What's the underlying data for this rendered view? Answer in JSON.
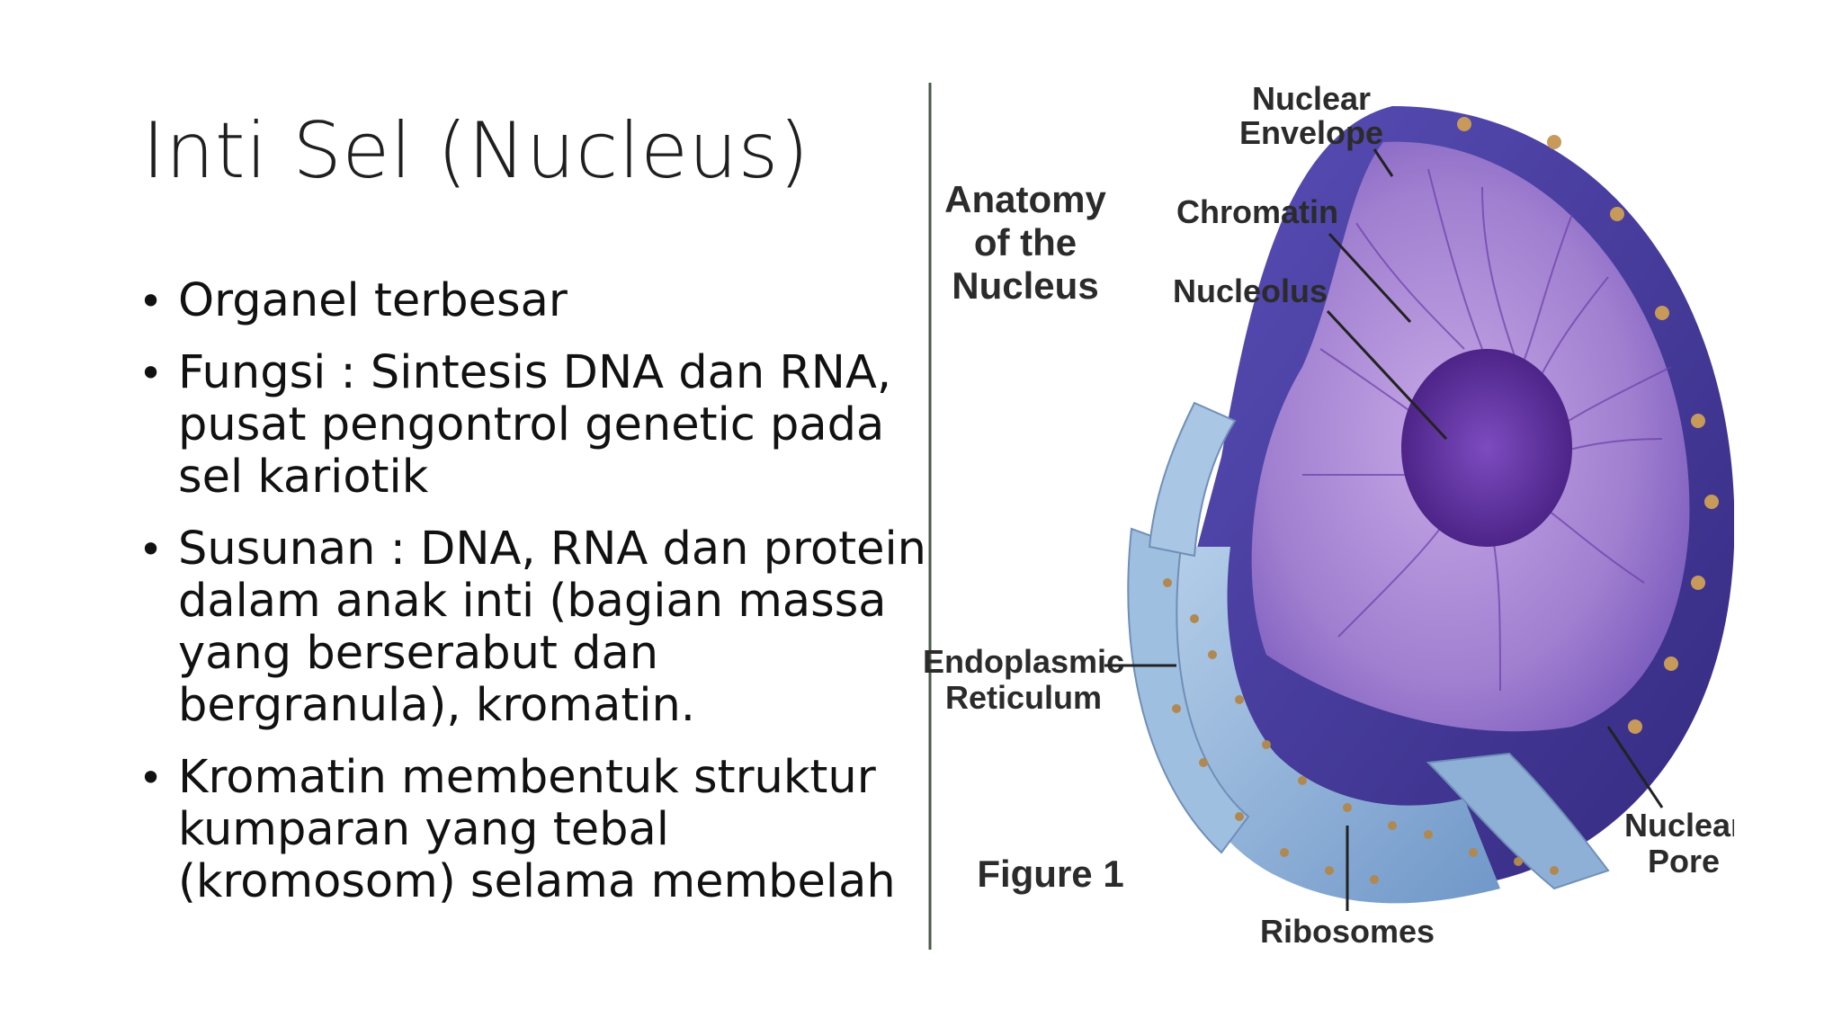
{
  "slide": {
    "title": "Inti Sel (Nucleus)",
    "bullets": [
      "Organel terbesar",
      "Fungsi : Sintesis DNA dan RNA, pusat pengontrol genetic pada sel kariotik",
      "Susunan : DNA, RNA dan protein dalam anak inti (bagian massa yang berserabut dan bergranula), kromatin.",
      "Kromatin membentuk struktur kumparan yang tebal (kromosom) selama membelah"
    ],
    "bullet_symbol": "•"
  },
  "figure": {
    "heading_line1": "Anatomy",
    "heading_line2": "of the",
    "heading_line3": "Nucleus",
    "labels": {
      "nuclear_envelope_1": "Nuclear",
      "nuclear_envelope_2": "Envelope",
      "chromatin": "Chromatin",
      "nucleolus": "Nucleolus",
      "er_1": "Endoplasmic",
      "er_2": "Reticulum",
      "nuclear_pore_1": "Nuclear",
      "nuclear_pore_2": "Pore",
      "ribosomes": "Ribosomes",
      "figure_number": "Figure 1"
    },
    "colors": {
      "envelope": "#4a3f9e",
      "interior": "#a07fd0",
      "nucleolus": "#5e2f9e",
      "er": "#8fb3d9"
    }
  }
}
